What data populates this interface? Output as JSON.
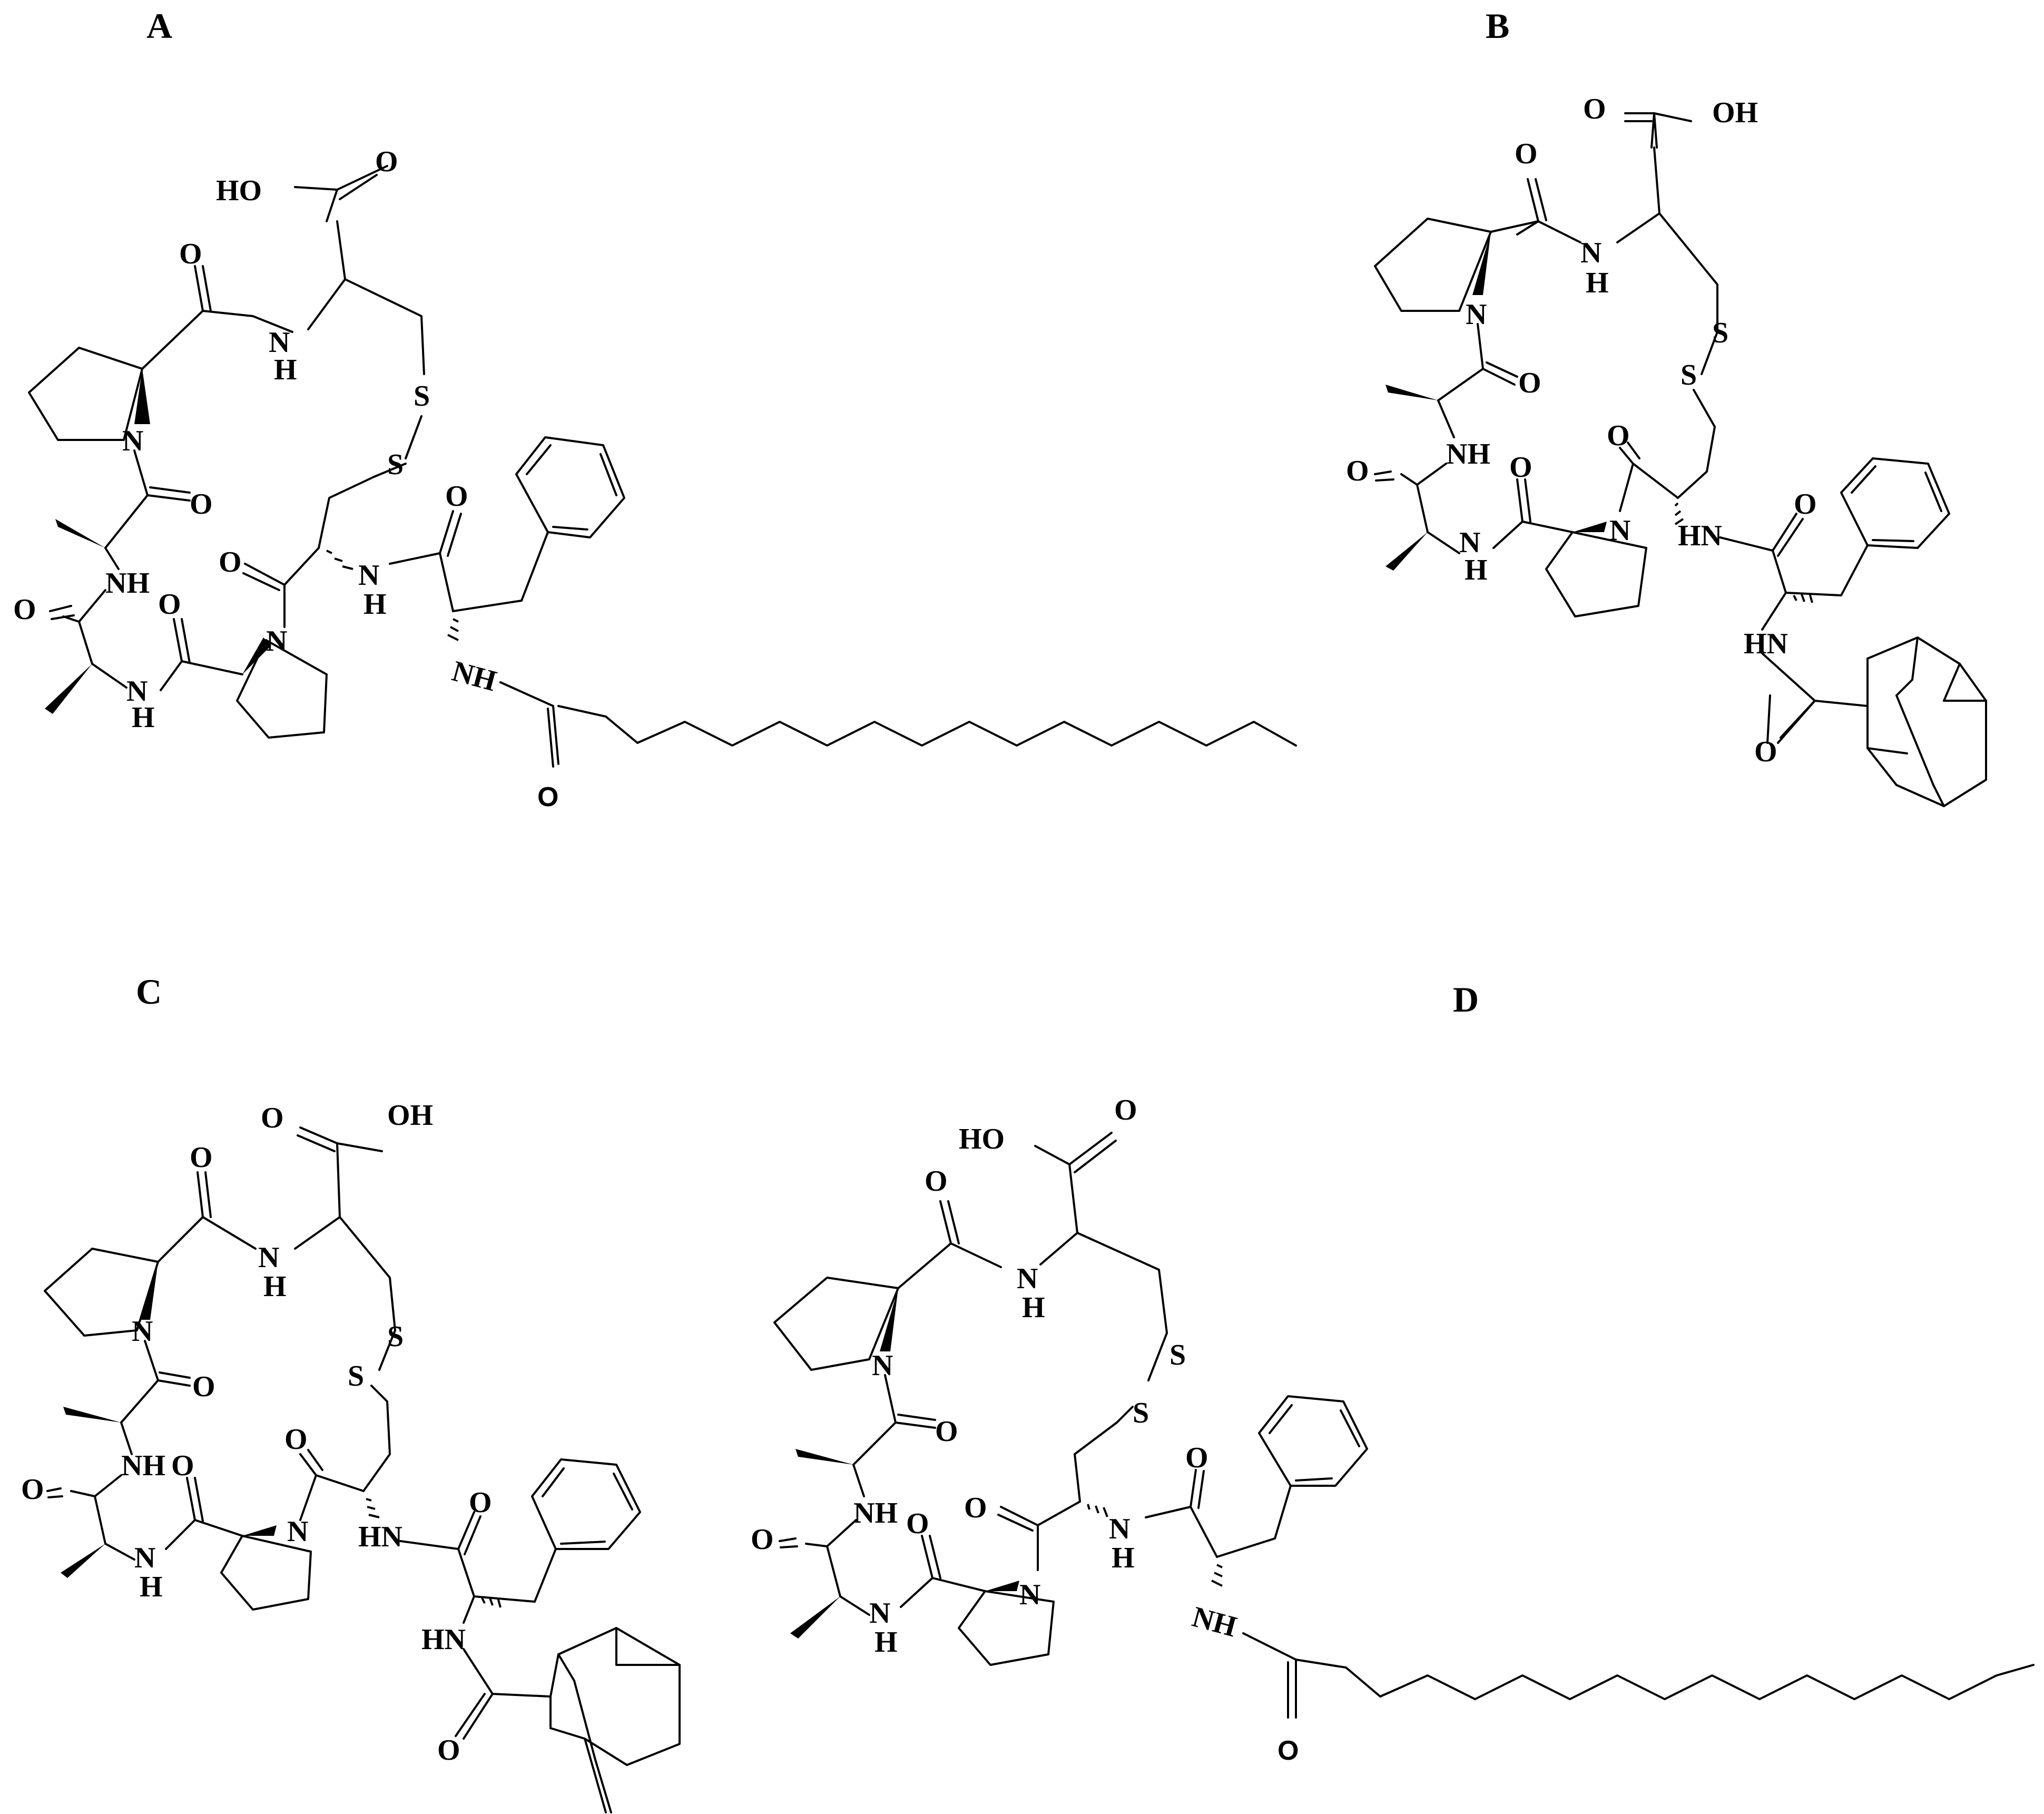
{
  "figure": {
    "panels": [
      {
        "id": "A",
        "label": "A",
        "acyl_group": "palmitoyl"
      },
      {
        "id": "B",
        "label": "B",
        "acyl_group": "adamantane-carbonyl"
      },
      {
        "id": "C",
        "label": "C",
        "acyl_group": "adamantane-carbonyl"
      },
      {
        "id": "D",
        "label": "D",
        "acyl_group": "palmitoyl"
      }
    ],
    "atom_labels": {
      "ho": "HO",
      "oh": "OH",
      "o": "O",
      "n": "N",
      "nh": "NH",
      "hn": "HN",
      "h": "H",
      "s": "S"
    }
  }
}
